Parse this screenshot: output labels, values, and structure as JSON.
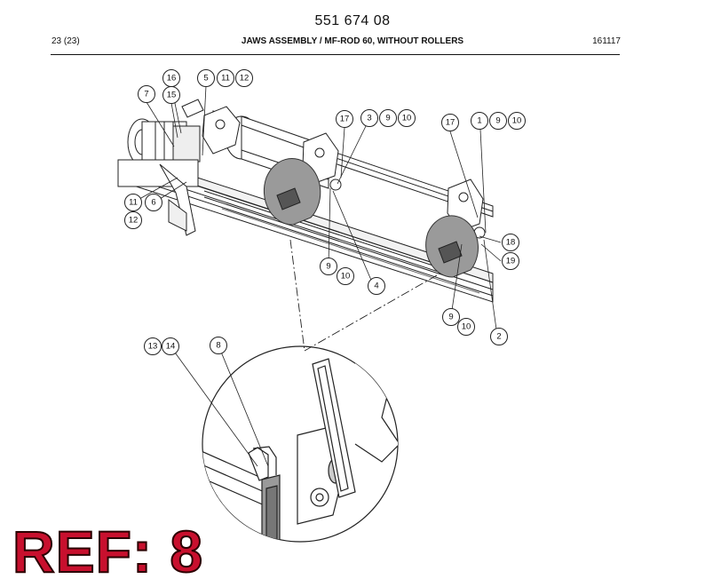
{
  "header": {
    "doc_number": "551 674 08",
    "page": "23 (23)",
    "title": "JAWS ASSEMBLY / MF-ROD 60, WITHOUT ROLLERS",
    "code": "161117"
  },
  "callouts": {
    "c16": "16",
    "c15": "15",
    "c7": "7",
    "c5": "5",
    "c11a": "11",
    "c12a": "12",
    "c17a": "17",
    "c3": "3",
    "c9a": "9",
    "c10a": "10",
    "c17b": "17",
    "c1": "1",
    "c9b": "9",
    "c10b": "10",
    "c11b": "11",
    "c6": "6",
    "c12b": "12",
    "c18": "18",
    "c19": "19",
    "c9c": "9",
    "c10c": "10",
    "c4": "4",
    "c9d": "9",
    "c10d": "10",
    "c2": "2",
    "c13": "13",
    "c14": "14",
    "c8": "8"
  },
  "ref_label": "REF: 8"
}
